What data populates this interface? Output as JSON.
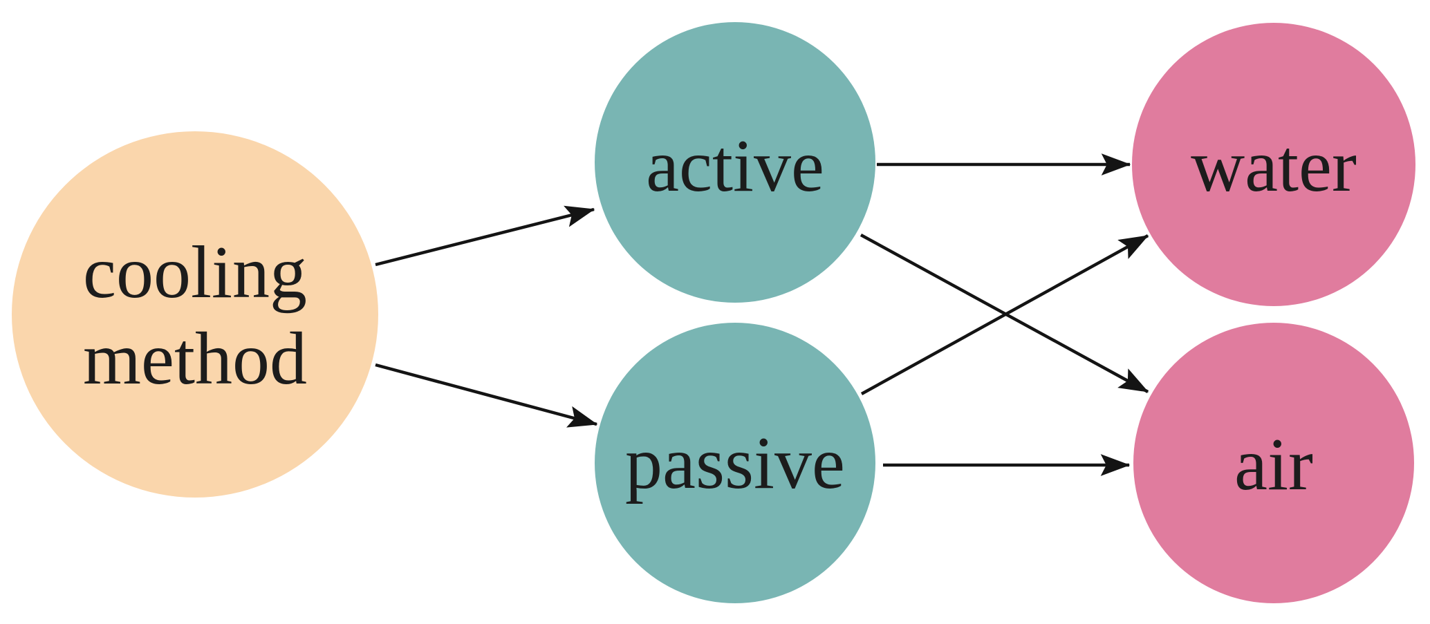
{
  "diagram": {
    "background_color": "#ffffff",
    "edge_color": "#141414",
    "text_color": "#1c1c1c",
    "nodes": [
      {
        "id": "cooling-method",
        "label": "cooling method",
        "line1": "cooling",
        "line2": "method",
        "color": "#FAD6AC"
      },
      {
        "id": "active",
        "label": "active",
        "color": "#79B5B3"
      },
      {
        "id": "passive",
        "label": "passive",
        "color": "#79B5B3"
      },
      {
        "id": "water",
        "label": "water",
        "color": "#E07C9E"
      },
      {
        "id": "air",
        "label": "air",
        "color": "#E07C9E"
      }
    ],
    "edges": [
      {
        "from": "cooling method",
        "to": "active"
      },
      {
        "from": "cooling method",
        "to": "passive"
      },
      {
        "from": "active",
        "to": "water"
      },
      {
        "from": "active",
        "to": "air"
      },
      {
        "from": "passive",
        "to": "water"
      },
      {
        "from": "passive",
        "to": "air"
      }
    ]
  }
}
